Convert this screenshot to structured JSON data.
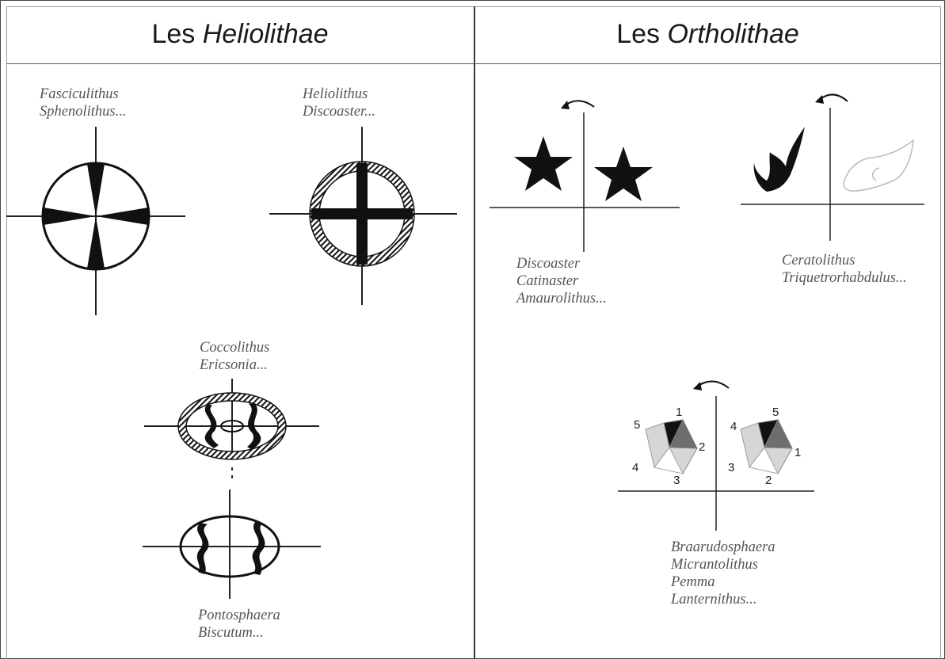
{
  "panels": {
    "left": {
      "prefix": "Les ",
      "group": "Heliolithae",
      "items": {
        "fasciculithus": [
          "Fasciculithus",
          "Sphenolithus..."
        ],
        "heliolithus": [
          "Heliolithus",
          "Discoaster..."
        ],
        "coccolithus": [
          "Coccolithus",
          "Ericsonia..."
        ],
        "pontosphaera": [
          "Pontosphaera",
          "Biscutum..."
        ]
      }
    },
    "right": {
      "prefix": "Les ",
      "group": "Ortholithae",
      "items": {
        "discoaster": [
          "Discoaster",
          "Catinaster",
          "Amaurolithus..."
        ],
        "ceratolithus": [
          "Ceratolithus",
          "Triquetrorhabdulus..."
        ],
        "braarudosphaera": [
          "Braarudosphaera",
          "Micrantolithus",
          "Pemma",
          "Lanternithus..."
        ]
      },
      "pentagon_numbers_left": [
        "5",
        "1",
        "2",
        "3",
        "4"
      ],
      "pentagon_numbers_right": [
        "4",
        "5",
        "1",
        "2",
        "3"
      ]
    }
  },
  "colors": {
    "ink": "#111111",
    "line": "#333333",
    "light_grey": "#d6d6d6",
    "mid_grey": "#6e6e6e",
    "ghost": "#bbbbbb"
  }
}
